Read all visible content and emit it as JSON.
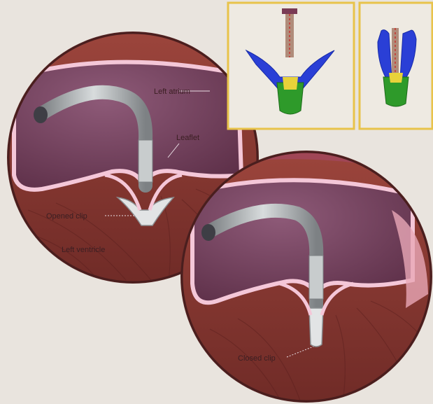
{
  "labels": {
    "left_atrium": "Left atrium",
    "leaflet": "Leaflet",
    "open_clip": "Opened clip",
    "left_ventricle": "Left ventricle",
    "closed_clip": "Closed clip"
  },
  "colors": {
    "page_bg": "#e9e4de",
    "atrium": "#7d4a66",
    "ventricle": "#8e3c36",
    "tissue_edge": "#f4c7d8",
    "catheter": "#a9adb0",
    "inset_border": "#e8c34a",
    "clip_arm_blue": "#2a3fd6",
    "clip_body_green": "#2e9a2a"
  },
  "icons": [
    "catheter",
    "mitral-clip-open",
    "mitral-clip-closed"
  ]
}
